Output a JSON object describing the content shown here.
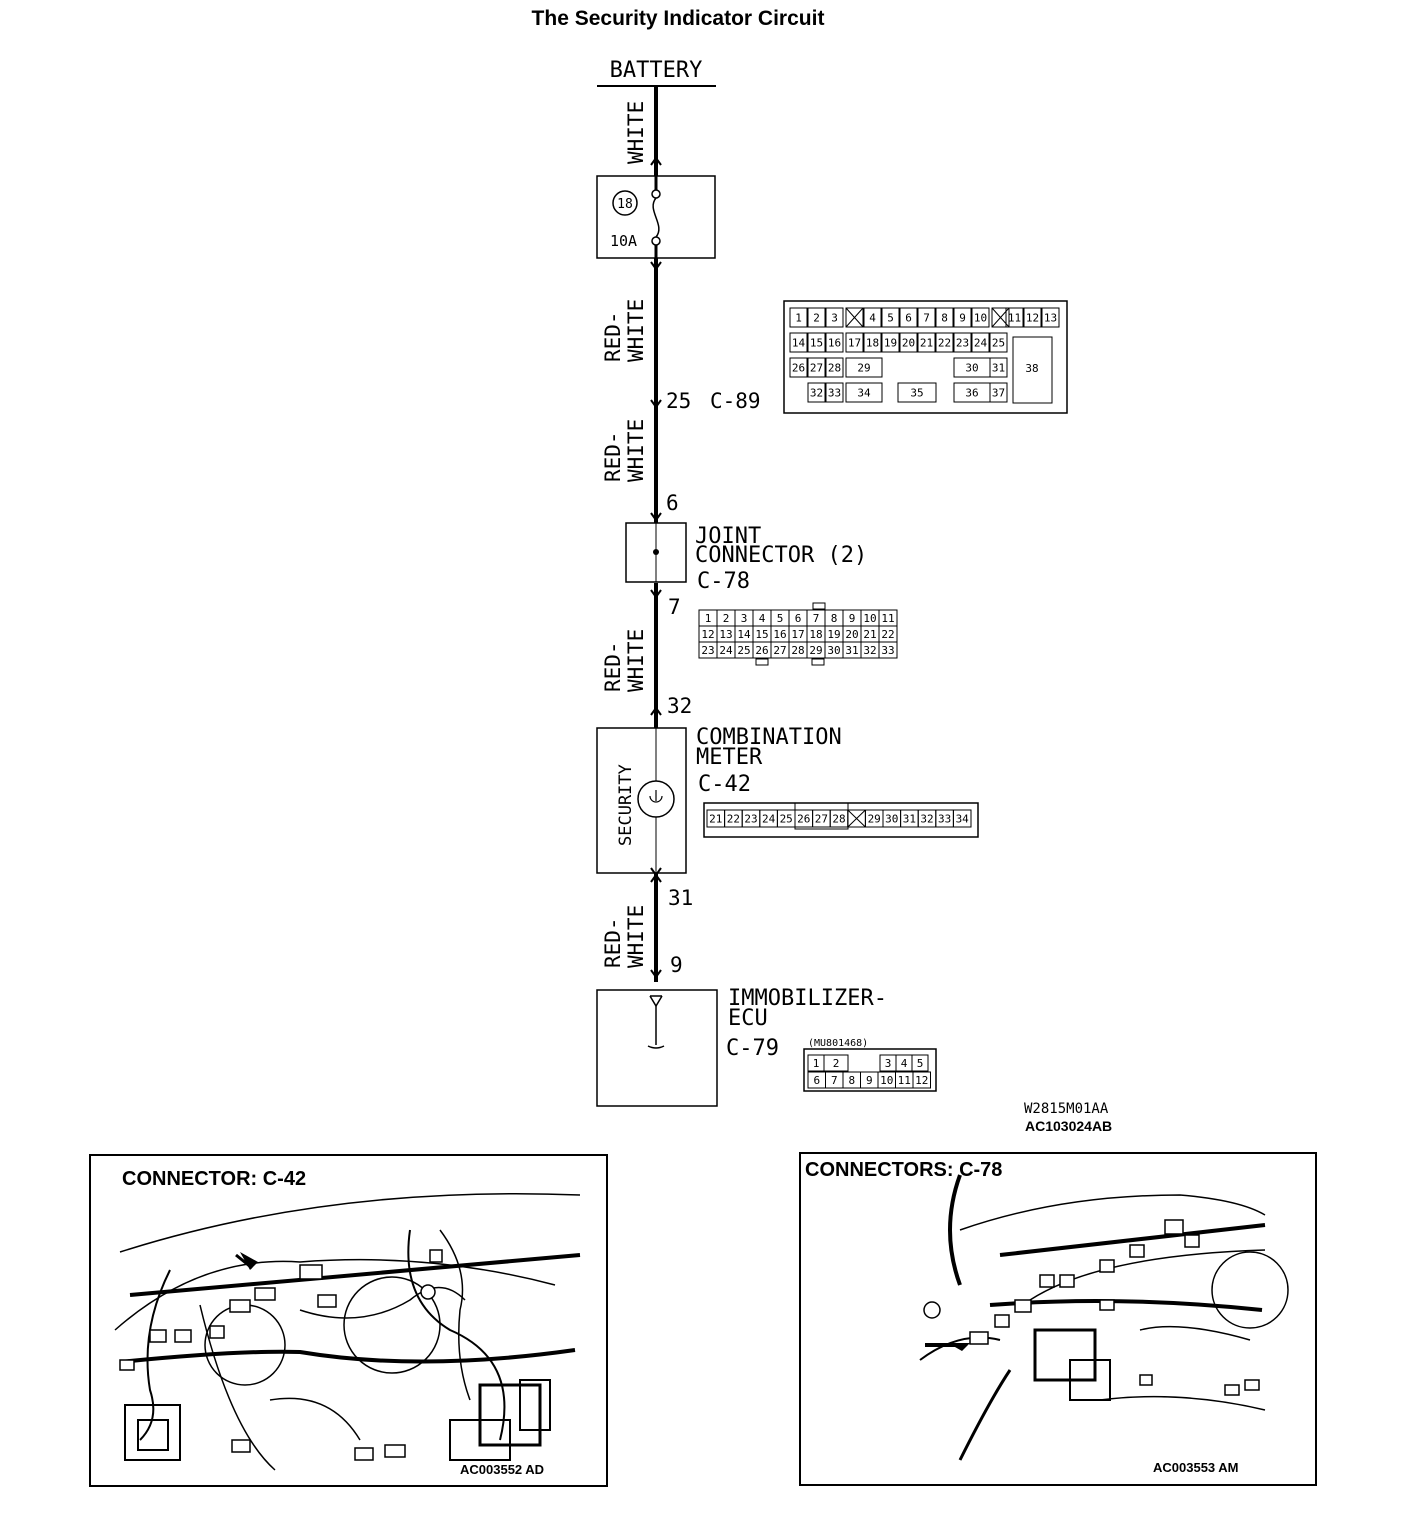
{
  "title": "The Security Indicator Circuit",
  "battery_label": "BATTERY",
  "fuse": {
    "number": "18",
    "rating": "10A"
  },
  "wires": {
    "w1": [
      "WHITE"
    ],
    "w2": [
      "RED-",
      "WHITE"
    ],
    "w3": [
      "RED-",
      "WHITE"
    ],
    "w4": [
      "RED-",
      "WHITE"
    ],
    "w5": [
      "RED-",
      "WHITE"
    ]
  },
  "c89": {
    "pin": "25",
    "name": "C-89"
  },
  "joint": {
    "pin_in": "6",
    "pin_out": "7",
    "line1": "JOINT",
    "line2": "CONNECTOR (2)",
    "name": "C-78"
  },
  "meter": {
    "pin_in": "32",
    "pin_out": "31",
    "line1": "COMBINATION",
    "line2": "METER",
    "name": "C-42",
    "lamp_label": "SECURITY"
  },
  "ecu": {
    "pin": "9",
    "line1": "IMMOBILIZER-",
    "line2": "ECU",
    "name": "C-79",
    "part_no": "(MU801468)"
  },
  "c89_pins": {
    "row1": [
      "1",
      "2",
      "3",
      "",
      "4",
      "5",
      "6",
      "7",
      "8",
      "9",
      "10",
      "",
      "11",
      "12",
      "13"
    ],
    "row2": [
      "14",
      "15",
      "16",
      "17",
      "18",
      "19",
      "20",
      "21",
      "22",
      "23",
      "24",
      "25"
    ],
    "row3": [
      "26",
      "27",
      "28",
      "29",
      "30",
      "31"
    ],
    "row4": [
      "32",
      "33",
      "34",
      "35",
      "36",
      "37"
    ],
    "big": "38"
  },
  "c78_pins": {
    "row1": [
      "1",
      "2",
      "3",
      "4",
      "5",
      "6",
      "7",
      "8",
      "9",
      "10",
      "11"
    ],
    "row2": [
      "12",
      "13",
      "14",
      "15",
      "16",
      "17",
      "18",
      "19",
      "20",
      "21",
      "22"
    ],
    "row3": [
      "23",
      "24",
      "25",
      "26",
      "27",
      "28",
      "29",
      "30",
      "31",
      "32",
      "33"
    ]
  },
  "c42_pins": [
    "21",
    "22",
    "23",
    "24",
    "25",
    "26",
    "27",
    "28",
    "",
    "29",
    "30",
    "31",
    "32",
    "33",
    "34"
  ],
  "c79_pins": {
    "row1": [
      "1",
      "2",
      "3",
      "4",
      "5"
    ],
    "row2": [
      "6",
      "7",
      "8",
      "9",
      "10",
      "11",
      "12"
    ]
  },
  "refs": {
    "code1": "W2815M01AA",
    "code2": "AC103024AB"
  },
  "panel_left": {
    "title": "CONNECTOR: C-42",
    "code": "AC003552 AD"
  },
  "panel_right": {
    "title": "CONNECTORS: C-78",
    "code": "AC003553 AM"
  }
}
